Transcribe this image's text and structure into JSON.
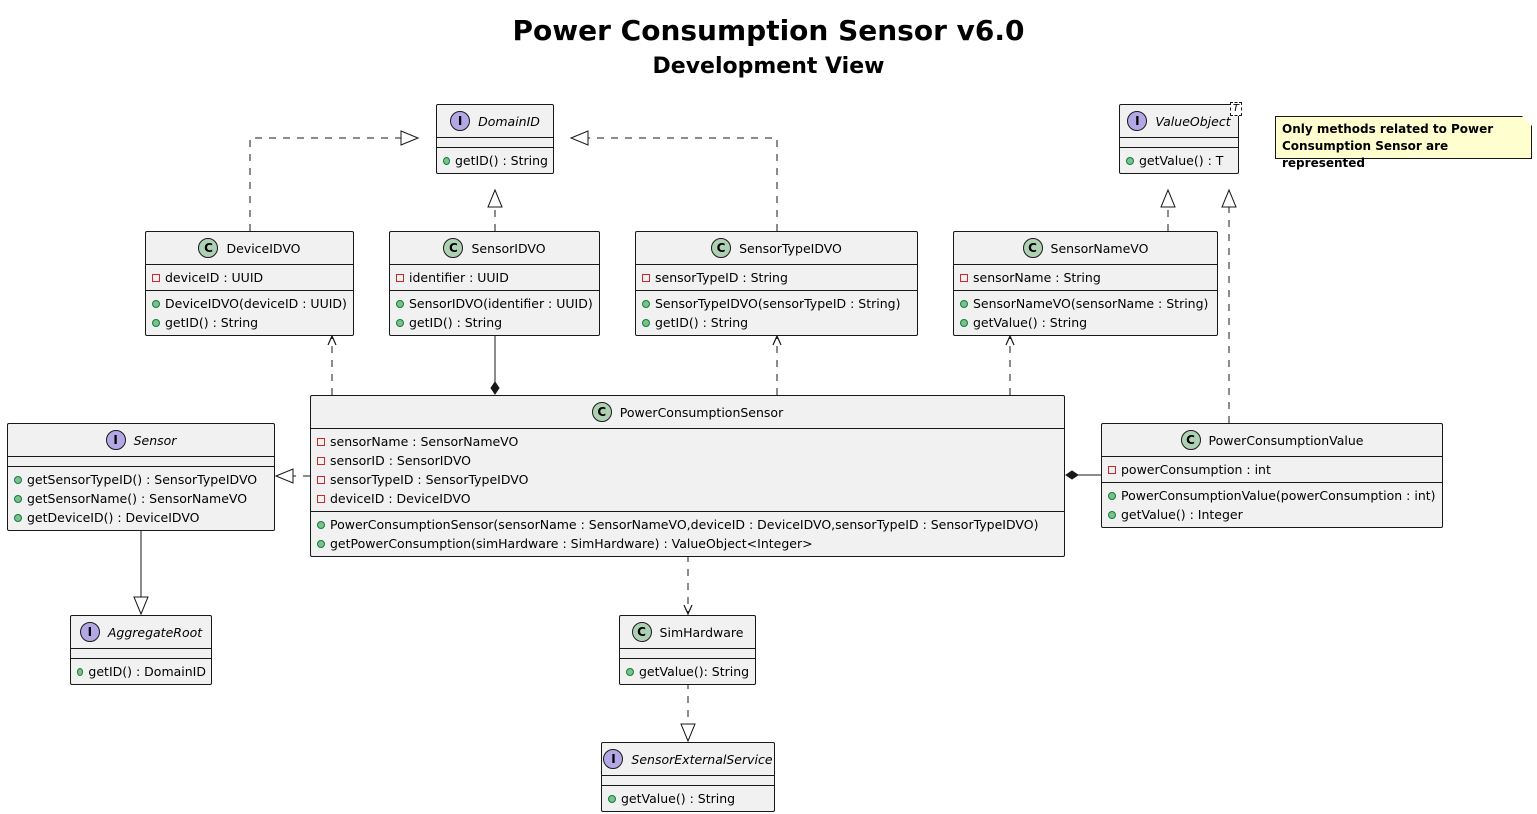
{
  "title": "Power Consumption Sensor v6.0",
  "subtitle": "Development View",
  "note": {
    "lines": [
      "Only methods related to Power",
      "Consumption Sensor are represented"
    ]
  },
  "classes": {
    "domainID": {
      "stereotype": "I",
      "name": "DomainID",
      "fields": [],
      "methods": [
        {
          "vis": "public",
          "text": "getID() : String"
        }
      ]
    },
    "valueObject": {
      "stereotype": "I",
      "name": "ValueObject",
      "generic": "T",
      "fields": [],
      "methods": [
        {
          "vis": "public",
          "text": "getValue() : T"
        }
      ]
    },
    "deviceIDVO": {
      "stereotype": "C",
      "name": "DeviceIDVO",
      "fields": [
        {
          "vis": "private",
          "text": "deviceID : UUID"
        }
      ],
      "methods": [
        {
          "vis": "public",
          "text": "DeviceIDVO(deviceID : UUID)"
        },
        {
          "vis": "public",
          "text": "getID() : String"
        }
      ]
    },
    "sensorIDVO": {
      "stereotype": "C",
      "name": "SensorIDVO",
      "fields": [
        {
          "vis": "private",
          "text": "identifier : UUID"
        }
      ],
      "methods": [
        {
          "vis": "public",
          "text": "SensorIDVO(identifier : UUID)"
        },
        {
          "vis": "public",
          "text": "getID() : String"
        }
      ]
    },
    "sensorTypeIDVO": {
      "stereotype": "C",
      "name": "SensorTypeIDVO",
      "fields": [
        {
          "vis": "private",
          "text": "sensorTypeID : String"
        }
      ],
      "methods": [
        {
          "vis": "public",
          "text": "SensorTypeIDVO(sensorTypeID : String)"
        },
        {
          "vis": "public",
          "text": "getID() : String"
        }
      ]
    },
    "sensorNameVO": {
      "stereotype": "C",
      "name": "SensorNameVO",
      "fields": [
        {
          "vis": "private",
          "text": "sensorName : String"
        }
      ],
      "methods": [
        {
          "vis": "public",
          "text": "SensorNameVO(sensorName : String)"
        },
        {
          "vis": "public",
          "text": "getValue() : String"
        }
      ]
    },
    "powerConsumptionSensor": {
      "stereotype": "C",
      "name": "PowerConsumptionSensor",
      "fields": [
        {
          "vis": "private",
          "text": "sensorName : SensorNameVO"
        },
        {
          "vis": "private",
          "text": "sensorID : SensorIDVO"
        },
        {
          "vis": "private",
          "text": "sensorTypeID : SensorTypeIDVO"
        },
        {
          "vis": "private",
          "text": "deviceID : DeviceIDVO"
        }
      ],
      "methods": [
        {
          "vis": "public",
          "text": "PowerConsumptionSensor(sensorName : SensorNameVO,deviceID : DeviceIDVO,sensorTypeID : SensorTypeIDVO)"
        },
        {
          "vis": "public",
          "text": "getPowerConsumption(simHardware : SimHardware) : ValueObject<Integer>"
        }
      ]
    },
    "sensor": {
      "stereotype": "I",
      "name": "Sensor",
      "fields": [],
      "methods": [
        {
          "vis": "public",
          "text": "getSensorTypeID() : SensorTypeIDVO"
        },
        {
          "vis": "public",
          "text": "getSensorName() : SensorNameVO"
        },
        {
          "vis": "public",
          "text": "getDeviceID() : DeviceIDVO"
        }
      ]
    },
    "powerConsumptionValue": {
      "stereotype": "C",
      "name": "PowerConsumptionValue",
      "fields": [
        {
          "vis": "private",
          "text": "powerConsumption : int"
        }
      ],
      "methods": [
        {
          "vis": "public",
          "text": "PowerConsumptionValue(powerConsumption : int)"
        },
        {
          "vis": "public",
          "text": "getValue() : Integer"
        }
      ]
    },
    "aggregateRoot": {
      "stereotype": "I",
      "name": "AggregateRoot",
      "fields": [],
      "methods": [
        {
          "vis": "public",
          "text": "getID() : DomainID"
        }
      ]
    },
    "simHardware": {
      "stereotype": "C",
      "name": "SimHardware",
      "fields": [],
      "methods": [
        {
          "vis": "public",
          "text": "getValue(): String"
        }
      ]
    },
    "sensorExternalService": {
      "stereotype": "I",
      "name": "SensorExternalService",
      "fields": [],
      "methods": [
        {
          "vis": "public",
          "text": "getValue() : String"
        }
      ]
    }
  },
  "relations": [
    {
      "from": "deviceIDVO",
      "to": "domainID",
      "kind": "realization"
    },
    {
      "from": "sensorIDVO",
      "to": "domainID",
      "kind": "realization"
    },
    {
      "from": "sensorTypeIDVO",
      "to": "domainID",
      "kind": "realization"
    },
    {
      "from": "sensorNameVO",
      "to": "valueObject",
      "kind": "realization"
    },
    {
      "from": "powerConsumptionValue",
      "to": "valueObject",
      "kind": "realization"
    },
    {
      "from": "powerConsumptionSensor",
      "to": "deviceIDVO",
      "kind": "dependency"
    },
    {
      "from": "powerConsumptionSensor",
      "to": "sensorTypeIDVO",
      "kind": "dependency"
    },
    {
      "from": "powerConsumptionSensor",
      "to": "sensorNameVO",
      "kind": "dependency"
    },
    {
      "from": "sensorIDVO",
      "to": "powerConsumptionSensor",
      "kind": "composition"
    },
    {
      "from": "powerConsumptionValue",
      "to": "powerConsumptionSensor",
      "kind": "composition"
    },
    {
      "from": "powerConsumptionSensor",
      "to": "sensor",
      "kind": "realization"
    },
    {
      "from": "sensor",
      "to": "aggregateRoot",
      "kind": "generalization"
    },
    {
      "from": "powerConsumptionSensor",
      "to": "simHardware",
      "kind": "dependency"
    },
    {
      "from": "simHardware",
      "to": "sensorExternalService",
      "kind": "realization"
    }
  ]
}
